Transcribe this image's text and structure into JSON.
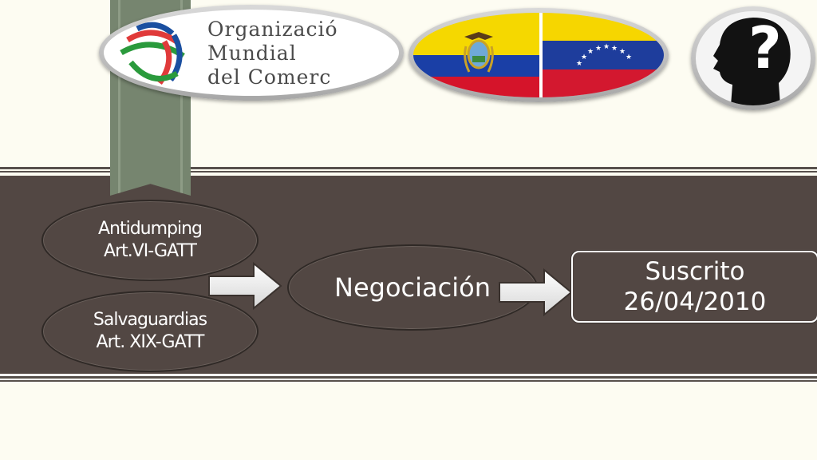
{
  "header": {
    "wto_logo": {
      "lines": [
        "Organizació",
        "Mundial",
        "del Comerc"
      ]
    },
    "flags": [
      "Ecuador",
      "Venezuela"
    ],
    "question_mark": "?"
  },
  "diagram": {
    "sources": [
      {
        "label": "Antidumping\nArt.VI-GATT"
      },
      {
        "label": "Salvaguardias\nArt.  XIX-GATT"
      }
    ],
    "process": {
      "label": "Negociación"
    },
    "result": {
      "label": "Suscrito\n26/04/2010"
    }
  },
  "colors": {
    "band": "#524743",
    "background": "#fdfcf2",
    "ribbon": "#76856f",
    "ecuador_yellow": "#f5d800",
    "ecuador_blue": "#1a3fa6",
    "ecuador_red": "#d5142a",
    "venezuela_yellow": "#f6d600",
    "venezuela_blue": "#1e3d9c",
    "venezuela_red": "#d3182f"
  }
}
